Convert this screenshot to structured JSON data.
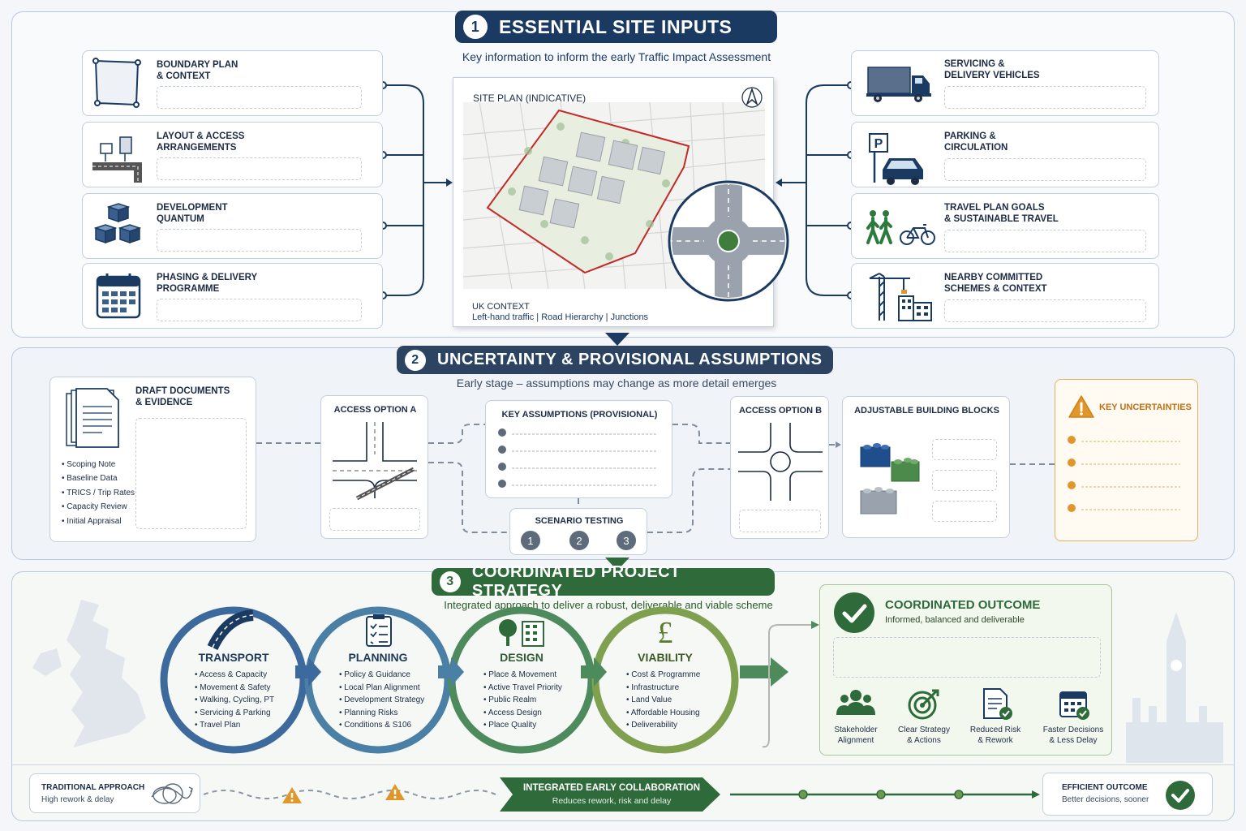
{
  "section1": {
    "number": "1",
    "title": "ESSENTIAL SITE INPUTS",
    "subtitle": "Key information to inform the early Traffic Impact Assessment",
    "left_cards": [
      {
        "title": "BOUNDARY PLAN\n& CONTEXT",
        "icon": "boundary-plan-icon"
      },
      {
        "title": "LAYOUT & ACCESS\nARRANGEMENTS",
        "icon": "layout-access-icon"
      },
      {
        "title": "DEVELOPMENT\nQUANTUM",
        "icon": "cubes-icon"
      },
      {
        "title": "PHASING & DELIVERY\nPROGRAMME",
        "icon": "calendar-icon"
      }
    ],
    "right_cards": [
      {
        "title": "SERVICING &\nDELIVERY VEHICLES",
        "icon": "truck-icon"
      },
      {
        "title": "PARKING &\nCIRCULATION",
        "icon": "parking-car-icon"
      },
      {
        "title": "TRAVEL PLAN GOALS\n& SUSTAINABLE TRAVEL",
        "icon": "walk-cycle-icon"
      },
      {
        "title": "NEARBY COMMITTED\nSCHEMES & CONTEXT",
        "icon": "crane-buildings-icon"
      }
    ],
    "site_plan_title": "SITE PLAN (INDICATIVE)",
    "uk_context_title": "UK CONTEXT",
    "uk_context_text": "Left-hand traffic | Road Hierarchy | Junctions"
  },
  "section2": {
    "number": "2",
    "title": "UNCERTAINTY & PROVISIONAL ASSUMPTIONS",
    "subtitle": "Early stage – assumptions may change as more detail emerges",
    "draft_title": "DRAFT DOCUMENTS\n& EVIDENCE",
    "draft_items": [
      "Scoping Note",
      "Baseline Data",
      "TRICS / Trip Rates",
      "Capacity Review",
      "Initial Appraisal"
    ],
    "access_a": "ACCESS OPTION A",
    "key_assumptions": "KEY ASSUMPTIONS (PROVISIONAL)",
    "scenario_testing": "SCENARIO TESTING",
    "scenarios": [
      "1",
      "2",
      "3"
    ],
    "access_b": "ACCESS OPTION B",
    "building_blocks": "ADJUSTABLE BUILDING BLOCKS",
    "key_uncertainties": "KEY UNCERTAINTIES"
  },
  "section3": {
    "number": "3",
    "title": "COORDINATED PROJECT STRATEGY",
    "subtitle": "Integrated approach to deliver a robust, deliverable and viable scheme",
    "rings": [
      {
        "title": "TRANSPORT",
        "items": [
          "Access & Capacity",
          "Movement & Safety",
          "Walking, Cycling, PT",
          "Servicing & Parking",
          "Travel Plan"
        ],
        "color": "#3d6a9c",
        "icon": "road-icon"
      },
      {
        "title": "PLANNING",
        "items": [
          "Policy & Guidance",
          "Local Plan Alignment",
          "Development Strategy",
          "Planning Risks",
          "Conditions & S106"
        ],
        "color": "#4a7fa6",
        "icon": "checklist-icon"
      },
      {
        "title": "DESIGN",
        "items": [
          "Place & Movement",
          "Active Travel Priority",
          "Public Realm",
          "Access Design",
          "Place Quality"
        ],
        "color": "#4d8a5c",
        "icon": "tree-building-icon"
      },
      {
        "title": "VIABILITY",
        "items": [
          "Cost & Programme",
          "Infrastructure",
          "Land Value",
          "Affordable Housing",
          "Deliverability"
        ],
        "color": "#7fa04e",
        "icon": "pound-icon"
      }
    ],
    "outcome_title": "COORDINATED OUTCOME",
    "outcome_subtitle": "Informed, balanced and deliverable",
    "benefits": [
      {
        "label": "Stakeholder\nAlignment",
        "icon": "people-icon"
      },
      {
        "label": "Clear Strategy\n& Actions",
        "icon": "target-icon"
      },
      {
        "label": "Reduced Risk\n& Rework",
        "icon": "document-check-icon"
      },
      {
        "label": "Faster Decisions\n& Less Delay",
        "icon": "calendar-check-icon"
      }
    ]
  },
  "footer": {
    "traditional_title": "TRADITIONAL APPROACH",
    "traditional_sub": "High rework & delay",
    "integrated_title": "INTEGRATED EARLY COLLABORATION",
    "integrated_sub": "Reduces rework, risk and delay",
    "efficient_title": "EFFICIENT OUTCOME",
    "efficient_sub": "Better decisions, sooner"
  },
  "colors": {
    "navy": "#1b3a62",
    "green": "#2f6b3a",
    "orange": "#e0962a",
    "accent_red": "#c62828"
  }
}
